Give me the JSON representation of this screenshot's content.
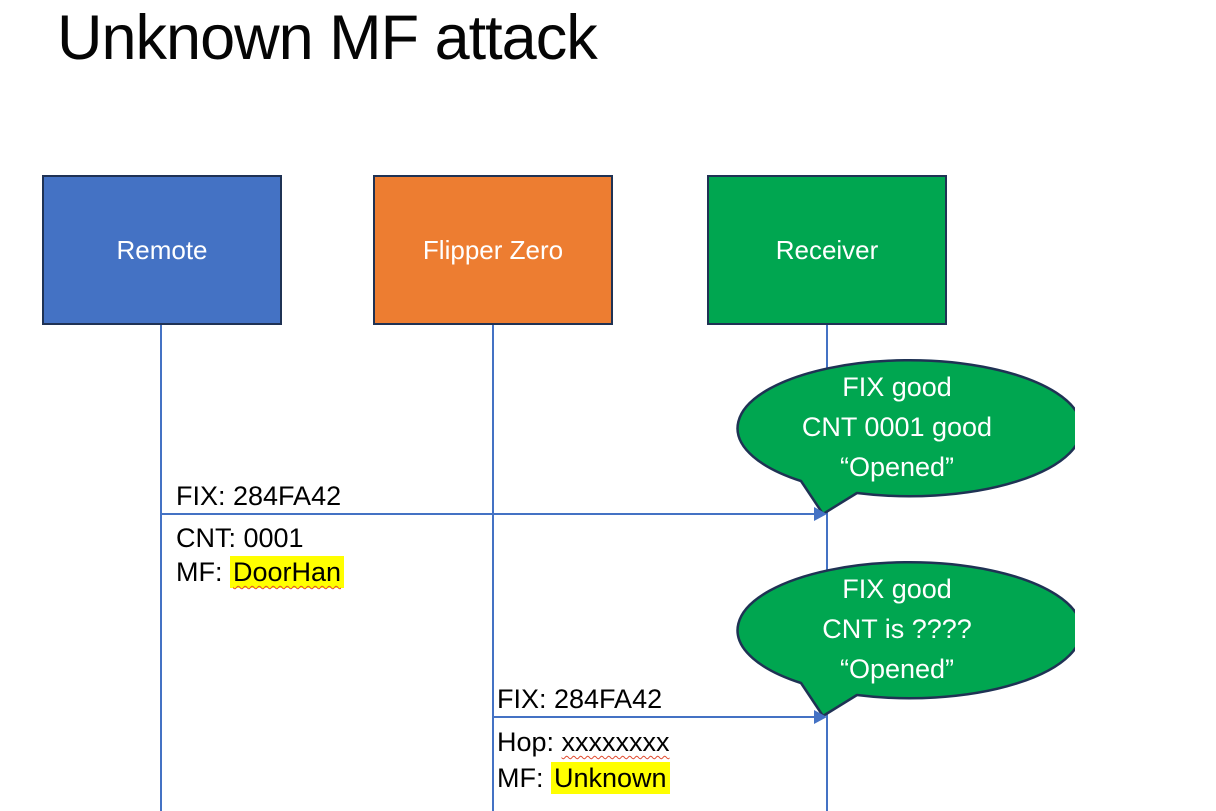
{
  "title": "Unknown MF attack",
  "actors": {
    "remote": {
      "label": "Remote"
    },
    "flipper": {
      "label": "Flipper Zero"
    },
    "receiver": {
      "label": "Receiver"
    }
  },
  "message1": {
    "above": "FIX: 284FA42",
    "line1": "CNT: 0001",
    "line2_prefix": "MF: ",
    "line2_value": "DoorHan"
  },
  "message2": {
    "above": "FIX: 284FA42",
    "line1_prefix": "Hop: ",
    "line1_value": "xxxxxxxx",
    "line2_prefix": "MF: ",
    "line2_value": "Unknown"
  },
  "callout1": {
    "line1": "FIX good",
    "line2": "CNT 0001 good",
    "line3": "“Opened”"
  },
  "callout2": {
    "line1": "FIX good",
    "line2": "CNT is ????",
    "line3": "“Opened”"
  },
  "colors": {
    "remote_fill": "#4472C4",
    "flipper_fill": "#ED7D31",
    "receiver_fill": "#00A650",
    "callout_fill": "#00A650",
    "border_navy": "#1F3254",
    "line_blue": "#4472C4",
    "highlight": "#FFFF00",
    "squiggle_red": "#E0492D"
  }
}
